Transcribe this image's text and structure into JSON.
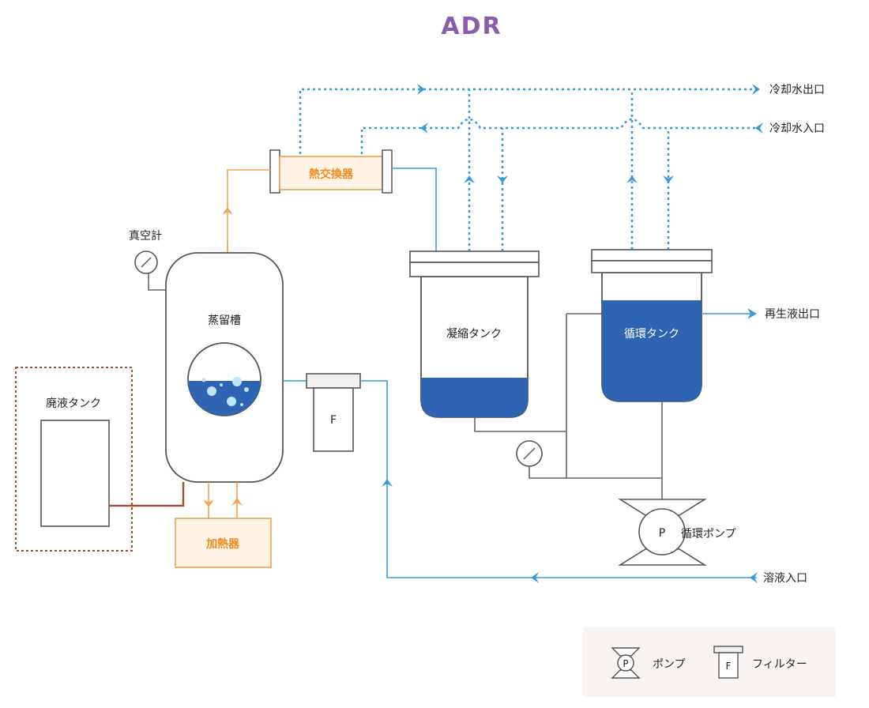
{
  "title": "ADR",
  "labels": {
    "cooling_water_out": "冷却水出口",
    "cooling_water_in": "冷却水入口",
    "heat_exchanger": "熱交換器",
    "vacuum_gauge": "真空計",
    "distillation_tank": "蒸留槽",
    "waste_tank": "廃液タンク",
    "heater": "加熱器",
    "filter_mark": "F",
    "condensation_tank": "凝縮タンク",
    "circulation_tank": "循環タンク",
    "regenerated_out": "再生液出口",
    "circulation_pump": "循環ポンプ",
    "pump_mark": "P",
    "solution_in": "溶液入口"
  },
  "legend": {
    "pump_label": "ポンプ",
    "pump_mark": "P",
    "filter_label": "フィルター",
    "filter_mark": "F"
  },
  "colors": {
    "title": "#8a5cb0",
    "cooling_water": "#3a9ad9",
    "solution": "#3a9ad9",
    "heat": "#f5a04a",
    "heat_text": "#f08a1e",
    "waste": "#a0522d",
    "liquid": "#2f64b3",
    "outline": "#555555"
  },
  "icons": [
    "vacuum-gauge-icon",
    "pressure-gauge-icon",
    "pump-icon",
    "filter-icon",
    "flow-arrow-icon"
  ]
}
